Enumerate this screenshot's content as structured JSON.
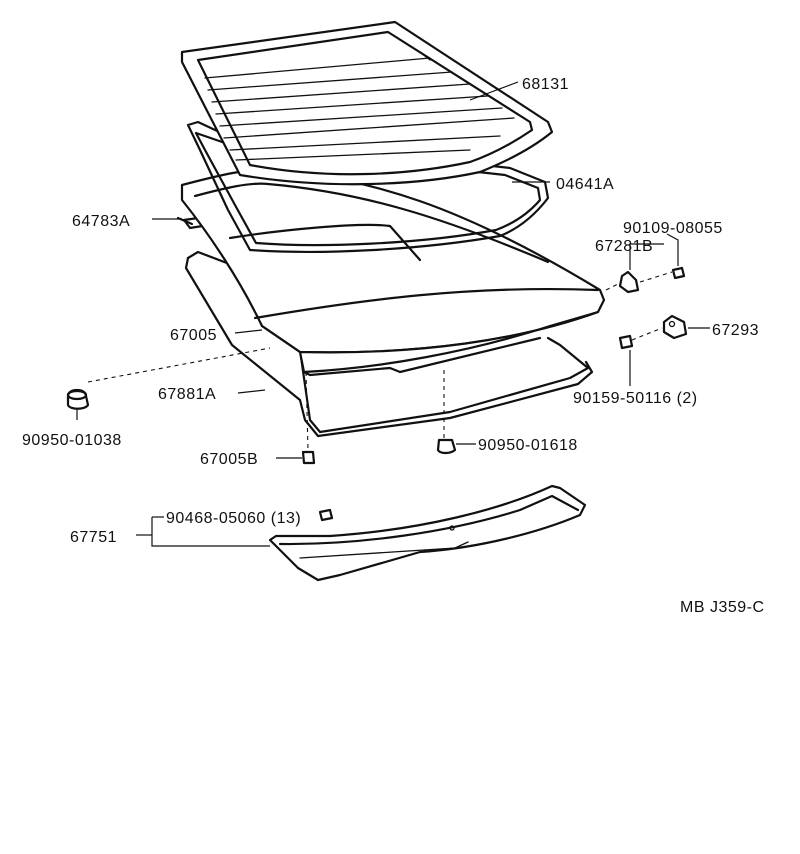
{
  "diagram": {
    "code": "MB J359-C",
    "labels": {
      "p68131": "68131",
      "p04641A": "04641A",
      "p64783A": "64783A",
      "p90109": "90109-08055",
      "p67281B": "67281B",
      "p67293": "67293",
      "p67005": "67005",
      "p67881A": "67881A",
      "p90159": "90159-50116 (2)",
      "p90950a": "90950-01038",
      "p90950b": "90950-01618",
      "p67005B": "67005B",
      "p90468": "90468-05060 (13)",
      "p67751": "67751"
    }
  }
}
